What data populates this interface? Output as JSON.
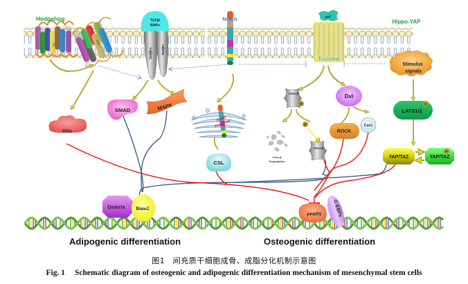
{
  "membrane": {
    "pathways": {
      "hedgehog": "Hedgehog",
      "notch": "Notch",
      "hippo": "Hippo-YAP"
    },
    "receptors": {
      "ptc": "Ptc",
      "smo": "Smo",
      "tgf_ligand_line1": "TGFβ/",
      "tgf_ligand_line2": "BMPs",
      "tgf_r2": "TGFβR II",
      "tgf_r1": "TGFβR I",
      "wnt": "WNT",
      "frizzled": "Frizzled"
    }
  },
  "nodes": {
    "glis": "Glis",
    "smad": "SMAD",
    "mapk": "MAPK",
    "notch_precursor_line1": "Notch",
    "notch_precursor_line2": "Precursor",
    "csl": "CSL",
    "ctnn_top": "Ctnn-β",
    "ctnn_mid": "Ctnn-β",
    "ctnn_degradation_line1": "Ctnn-β",
    "ctnn_degradation_line2": "Degradation",
    "dvl": "Dvl",
    "rock": "ROCK",
    "calcium": "Ca2+",
    "stimulus_line1": "Stimulus",
    "stimulus_line2": "signals",
    "lats": "LATS1/2",
    "yap_taz_left": "YAP/TAZ",
    "yap_taz_right": "YAP/TAZ",
    "phospho": "P",
    "osterix": "Osterix",
    "runx2": "Runs2",
    "ppary": "PPARγ",
    "cebps": "C-EBPs"
  },
  "labels": {
    "adipogenic": "Adipogenic differentiation",
    "osteogenic": "Osteogenic differentiation"
  },
  "caption": {
    "cn": "图1　间充质干细胞成骨、成脂分化机制示意图",
    "en_fig": "Fig. 1",
    "en_text": "Schematic diagram of osteogenic and adipogenic differentiation mechanism of mesenchymal stem cells"
  },
  "colors": {
    "pathway_green": "#1a9c3c",
    "notch_blue": "#3b6fc4",
    "activate_yellow": "#f2e600",
    "inhibit_red": "#ee1111",
    "link_blue": "#3a5f8f",
    "membrane_head": "#f7efb8"
  }
}
